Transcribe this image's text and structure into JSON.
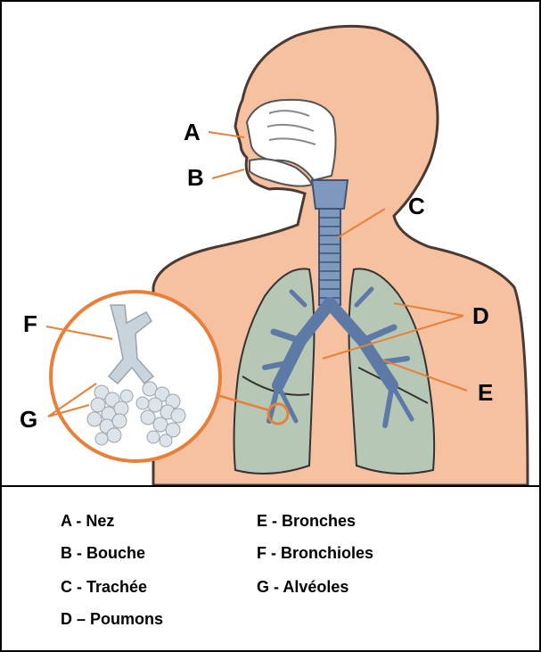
{
  "callouts": {
    "A": "A",
    "B": "B",
    "C": "C",
    "D": "D",
    "E": "E",
    "F": "F",
    "G": "G"
  },
  "legend": {
    "left": [
      "A - Nez",
      "B - Bouche",
      "C - Trachée",
      "D – Poumons"
    ],
    "right": [
      "E - Bronches",
      "F - Bronchioles",
      "G - Alvéoles"
    ]
  },
  "colors": {
    "skin": "#f5c1a0",
    "skin_outline": "#4a3a34",
    "lung": "#b7c7b5",
    "bronchi": "#5c7aa5",
    "alveoli": "#c9d3db",
    "pointer": "#e8803a"
  }
}
